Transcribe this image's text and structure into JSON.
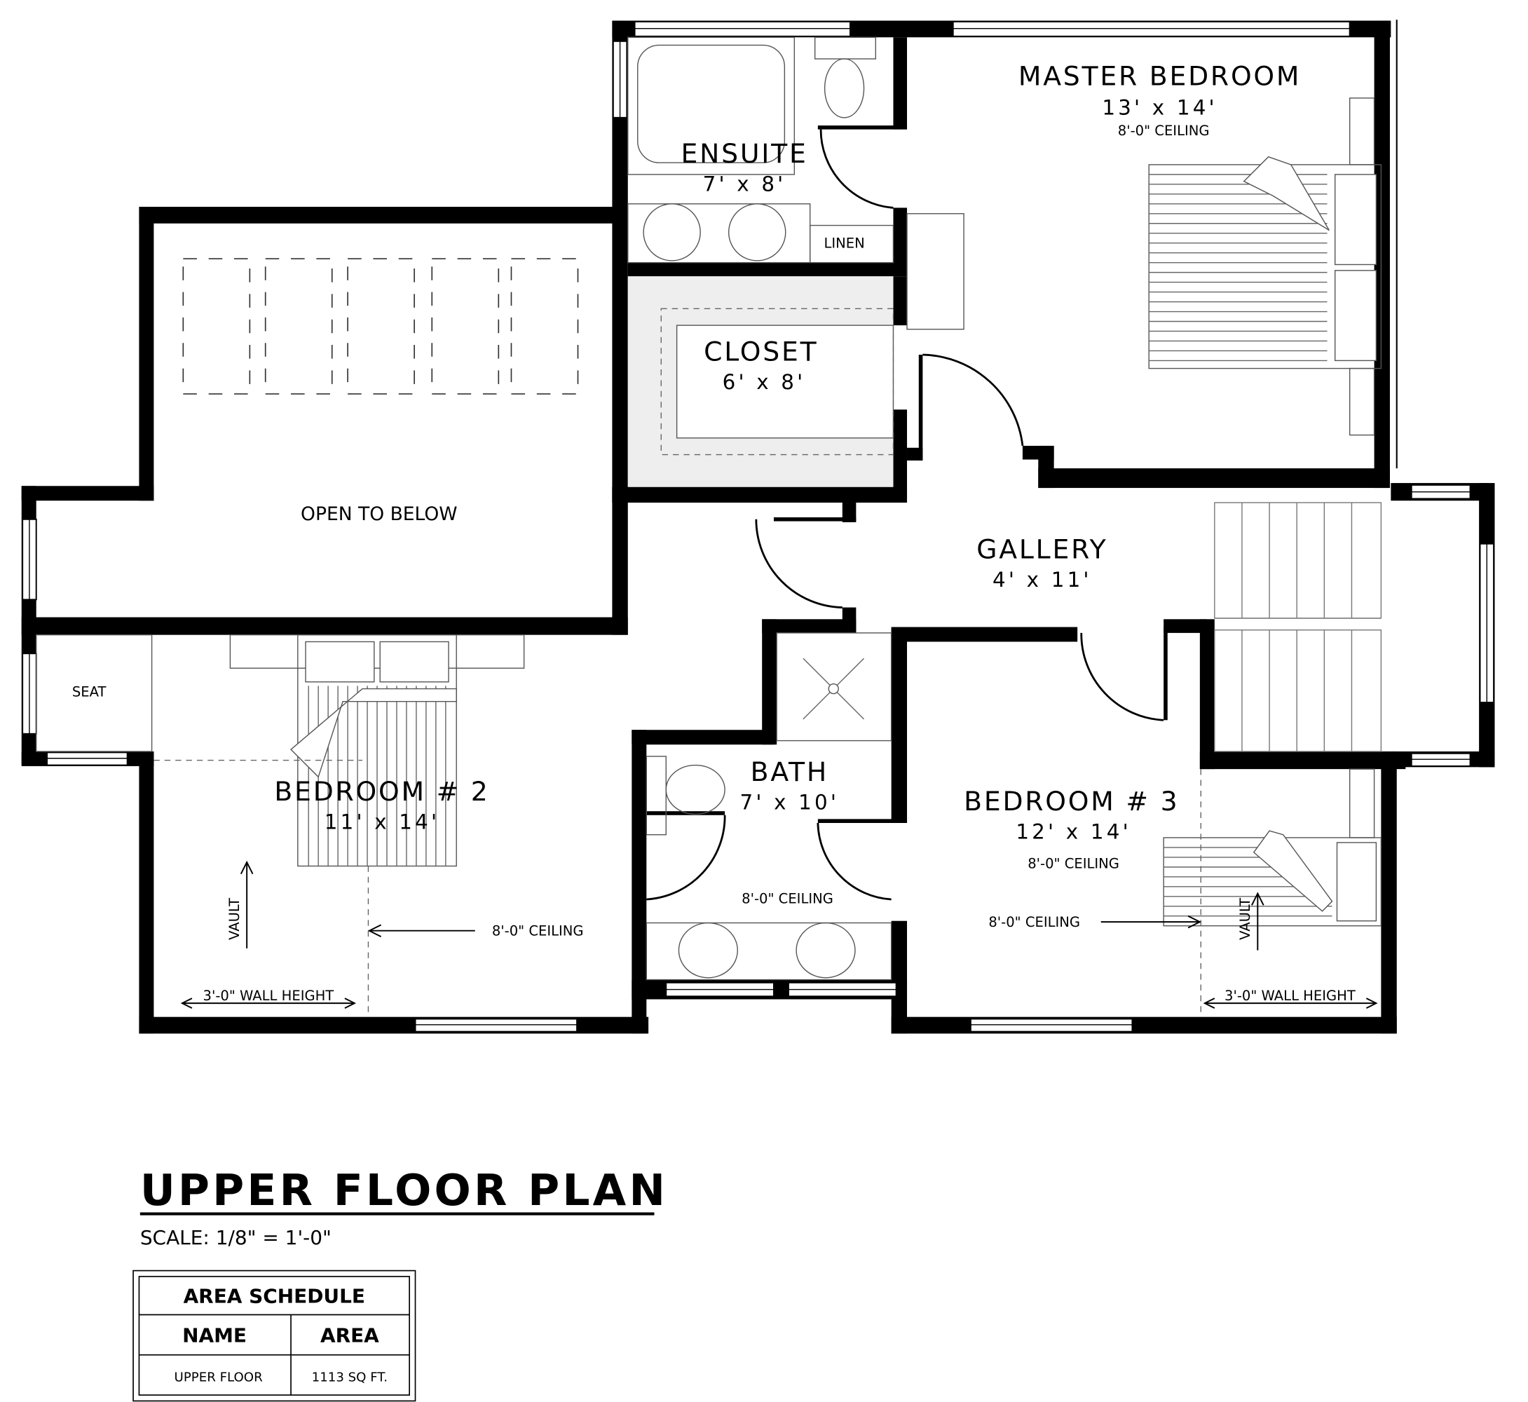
{
  "plan": {
    "title": "UPPER FLOOR PLAN",
    "scale": "SCALE: 1/8\" = 1'-0\""
  },
  "rooms": {
    "master_bedroom": {
      "name": "MASTER BEDROOM",
      "dims": "13' x 14'",
      "ceiling": "8'-0\" CEILING"
    },
    "ensuite": {
      "name": "ENSUITE",
      "dims": "7' x 8'",
      "linen": "LINEN"
    },
    "closet": {
      "name": "CLOSET",
      "dims": "6' x 8'"
    },
    "open_to_below": {
      "name": "OPEN TO BELOW"
    },
    "gallery": {
      "name": "GALLERY",
      "dims": "4' x 11'"
    },
    "bedroom2": {
      "name": "BEDROOM # 2",
      "dims": "11' x 14'",
      "seat": "SEAT",
      "vault": "VAULT",
      "ceiling": "8'-0\" CEILING",
      "wall_height": "3'-0\" WALL HEIGHT"
    },
    "bath": {
      "name": "BATH",
      "dims": "7' x 10'",
      "ceiling": "8'-0\" CEILING"
    },
    "bedroom3": {
      "name": "BEDROOM # 3",
      "dims": "12' x 14'",
      "ceiling": "8'-0\" CEILING",
      "ceiling_arrow": "8'-0\" CEILING",
      "vault": "VAULT",
      "wall_height": "3'-0\" WALL HEIGHT"
    }
  },
  "area_schedule": {
    "title": "AREA SCHEDULE",
    "headers": [
      "NAME",
      "AREA"
    ],
    "rows": [
      [
        "UPPER FLOOR",
        "1113 SQ FT."
      ]
    ]
  }
}
